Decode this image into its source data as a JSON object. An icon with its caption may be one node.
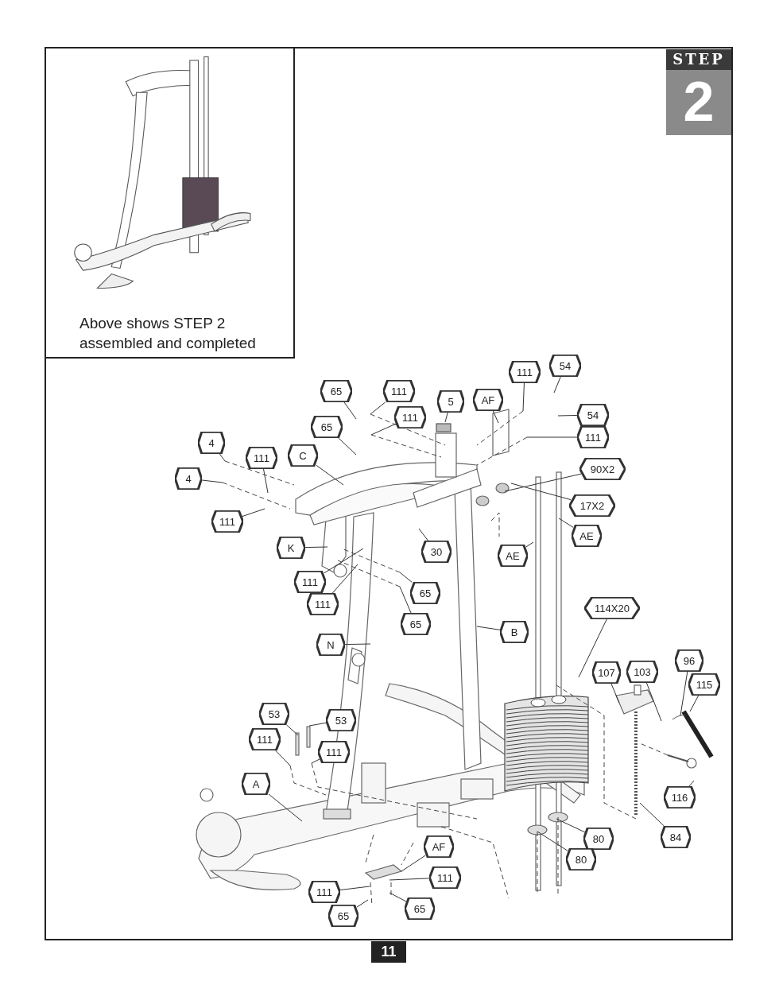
{
  "diagram": {
    "nodes": [
      {
        "text": [
          "Above shows STEP 2 assembled and completed"
        ]
      },
      {
        "text": [
          "STEP",
          "2"
        ]
      },
      {
        "text": [
          "54"
        ]
      },
      {
        "text": [
          "111"
        ]
      },
      {
        "text": [
          "65"
        ]
      },
      {
        "text": [
          "111"
        ]
      },
      {
        "text": [
          "5"
        ]
      },
      {
        "text": [
          "AF"
        ]
      },
      {
        "text": [
          "54"
        ]
      },
      {
        "text": [
          "111"
        ]
      },
      {
        "text": [
          "65"
        ]
      },
      {
        "text": [
          "111"
        ]
      },
      {
        "text": [
          "4"
        ]
      },
      {
        "text": [
          "C"
        ]
      },
      {
        "text": [
          "111"
        ]
      },
      {
        "text": [
          "90X2"
        ]
      },
      {
        "text": [
          "4"
        ]
      },
      {
        "text": [
          "17X2"
        ]
      },
      {
        "text": [
          "111"
        ]
      },
      {
        "text": [
          "AE"
        ]
      },
      {
        "text": [
          "K"
        ]
      },
      {
        "text": [
          "30"
        ]
      },
      {
        "text": [
          "AE"
        ]
      },
      {
        "text": [
          "111"
        ]
      },
      {
        "text": [
          "65"
        ]
      },
      {
        "text": [
          "111"
        ]
      },
      {
        "text": [
          "114X20"
        ]
      },
      {
        "text": [
          "65"
        ]
      },
      {
        "text": [
          "B"
        ]
      },
      {
        "text": [
          "N"
        ]
      },
      {
        "text": [
          "96"
        ]
      },
      {
        "text": [
          "107"
        ]
      },
      {
        "text": [
          "103"
        ]
      },
      {
        "text": [
          "115"
        ]
      },
      {
        "text": [
          "53"
        ]
      },
      {
        "text": [
          "53"
        ]
      },
      {
        "text": [
          "111"
        ]
      },
      {
        "text": [
          "111"
        ]
      },
      {
        "text": [
          "A"
        ]
      },
      {
        "text": [
          "116"
        ]
      },
      {
        "text": [
          "84"
        ]
      },
      {
        "text": [
          "80"
        ]
      },
      {
        "text": [
          "AF"
        ]
      },
      {
        "text": [
          "80"
        ]
      },
      {
        "text": [
          "111"
        ]
      },
      {
        "text": [
          "111"
        ]
      },
      {
        "text": [
          "65"
        ]
      },
      {
        "text": [
          "65"
        ]
      }
    ],
    "edges": [
      {
        "from": 2,
        "to": null,
        "arrow": "none"
      },
      {
        "from": 3,
        "to": null,
        "arrow": "none"
      },
      {
        "from": 4,
        "to": null,
        "arrow": "none"
      },
      {
        "from": 5,
        "to": null,
        "arrow": "none"
      },
      {
        "from": 6,
        "to": null,
        "arrow": "none"
      },
      {
        "from": 7,
        "to": null,
        "arrow": "none"
      },
      {
        "from": 8,
        "to": null,
        "arrow": "none"
      },
      {
        "from": 9,
        "to": null,
        "arrow": "none"
      },
      {
        "from": 10,
        "to": null,
        "arrow": "none"
      },
      {
        "from": 11,
        "to": null,
        "arrow": "none"
      },
      {
        "from": 12,
        "to": null,
        "arrow": "none"
      },
      {
        "from": 13,
        "to": null,
        "arrow": "none"
      },
      {
        "from": 14,
        "to": null,
        "arrow": "none"
      },
      {
        "from": 15,
        "to": null,
        "arrow": "none"
      },
      {
        "from": 16,
        "to": null,
        "arrow": "none"
      },
      {
        "from": 17,
        "to": null,
        "arrow": "none"
      },
      {
        "from": 18,
        "to": null,
        "arrow": "none"
      },
      {
        "from": 19,
        "to": null,
        "arrow": "none"
      },
      {
        "from": 20,
        "to": null,
        "arrow": "none"
      },
      {
        "from": 21,
        "to": null,
        "arrow": "none"
      },
      {
        "from": 22,
        "to": null,
        "arrow": "none"
      },
      {
        "from": 23,
        "to": null,
        "arrow": "none"
      },
      {
        "from": 24,
        "to": null,
        "arrow": "none"
      },
      {
        "from": 25,
        "to": null,
        "arrow": "none"
      },
      {
        "from": 26,
        "to": null,
        "arrow": "none"
      },
      {
        "from": 27,
        "to": null,
        "arrow": "none"
      },
      {
        "from": 28,
        "to": null,
        "arrow": "none"
      },
      {
        "from": 29,
        "to": null,
        "arrow": "none"
      },
      {
        "from": 30,
        "to": null,
        "arrow": "none"
      },
      {
        "from": 31,
        "to": null,
        "arrow": "none"
      },
      {
        "from": 32,
        "to": null,
        "arrow": "none"
      },
      {
        "from": 33,
        "to": null,
        "arrow": "none"
      },
      {
        "from": 34,
        "to": null,
        "arrow": "none"
      },
      {
        "from": 35,
        "to": null,
        "arrow": "none"
      },
      {
        "from": 36,
        "to": null,
        "arrow": "none"
      },
      {
        "from": 37,
        "to": null,
        "arrow": "none"
      },
      {
        "from": 38,
        "to": null,
        "arrow": "none"
      },
      {
        "from": 39,
        "to": null,
        "arrow": "none"
      },
      {
        "from": 40,
        "to": null,
        "arrow": "none"
      },
      {
        "from": 41,
        "to": null,
        "arrow": "none"
      },
      {
        "from": 42,
        "to": null,
        "arrow": "none"
      },
      {
        "from": 43,
        "to": null,
        "arrow": "none"
      },
      {
        "from": 44,
        "to": null,
        "arrow": "none"
      },
      {
        "from": 45,
        "to": null,
        "arrow": "none"
      },
      {
        "from": 46,
        "to": null,
        "arrow": "none"
      },
      {
        "from": 47,
        "to": null,
        "arrow": "none"
      }
    ],
    "labels": [
      "11"
    ]
  }
}
